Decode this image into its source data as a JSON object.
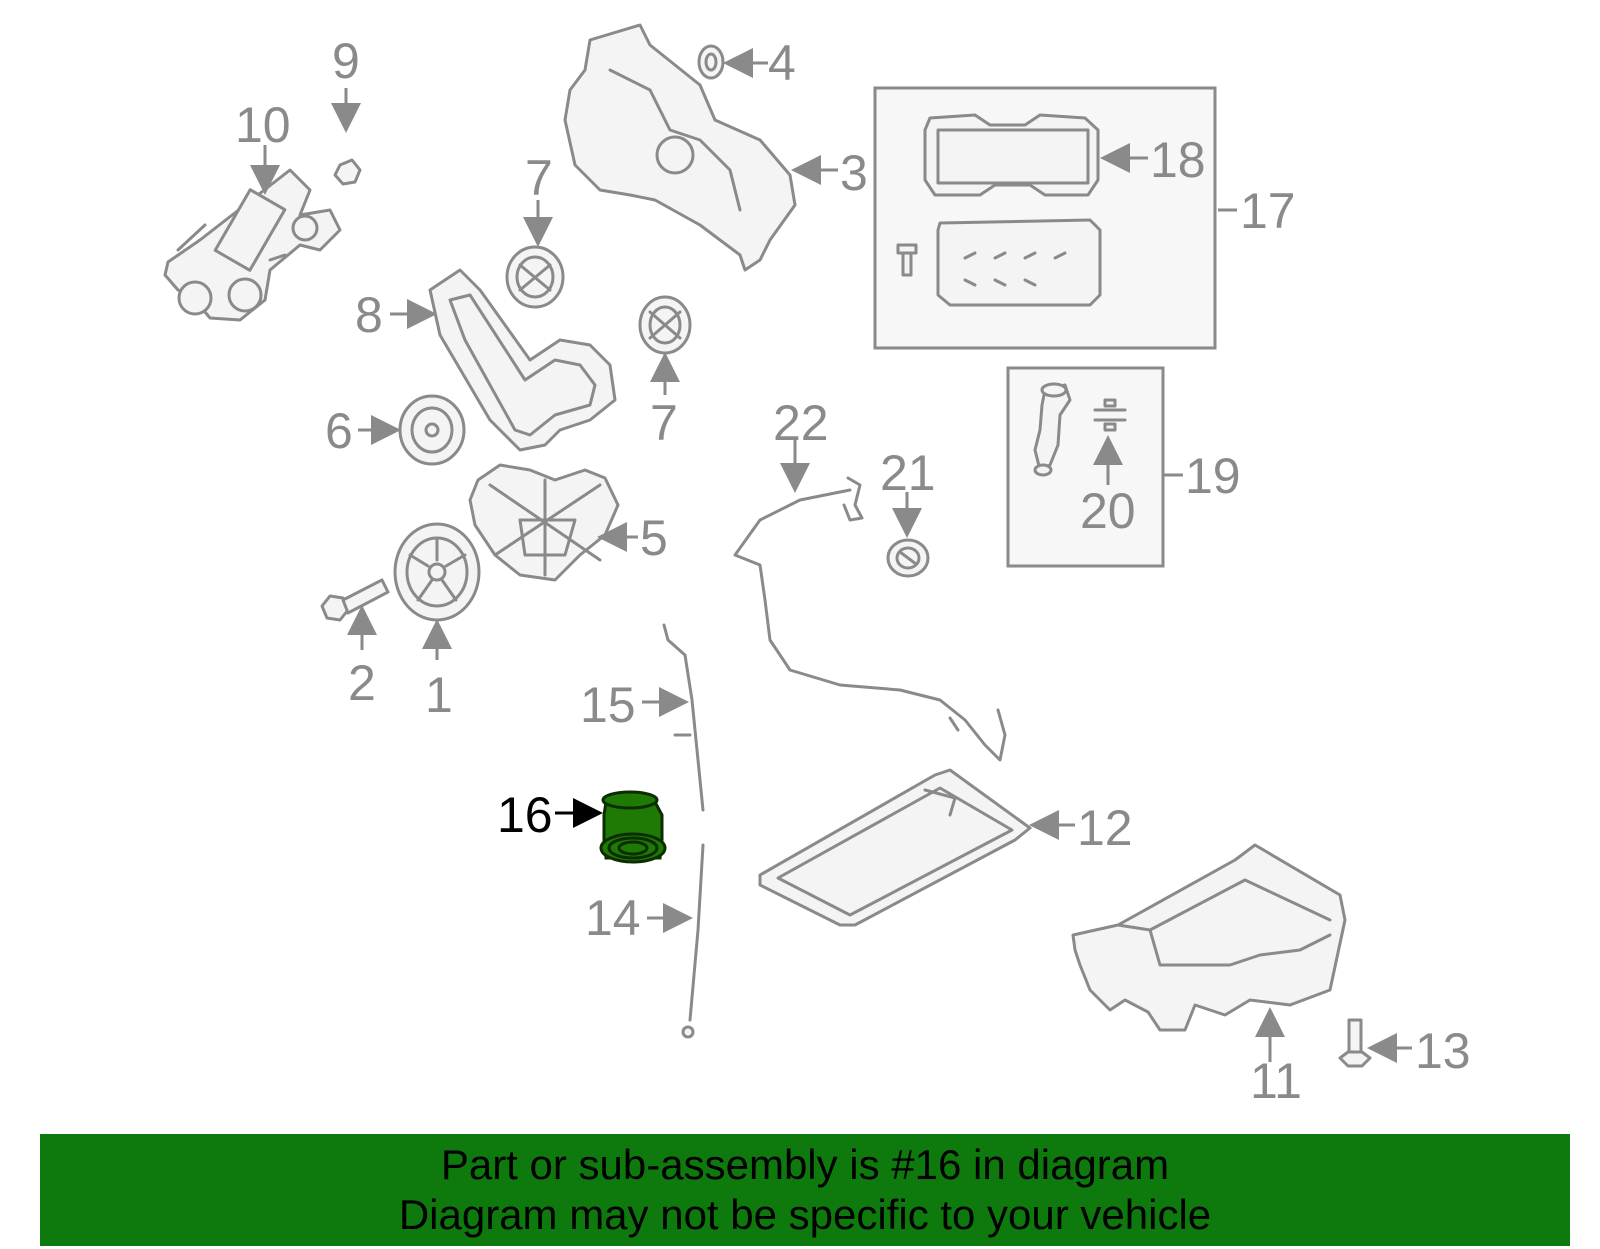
{
  "diagram": {
    "callouts": [
      "1",
      "2",
      "3",
      "4",
      "5",
      "6",
      "7",
      "7",
      "8",
      "9",
      "10",
      "11",
      "12",
      "13",
      "14",
      "15",
      "16",
      "17",
      "18",
      "19",
      "20",
      "21",
      "22"
    ],
    "highlighted_callout": "16",
    "colors": {
      "highlight": "#1f7a05",
      "line": "#8a8a8a",
      "banner": "#0e7a0d"
    }
  },
  "banner": {
    "line1": "Part or sub-assembly is #16 in diagram",
    "line2": "Diagram may not be specific to your vehicle"
  }
}
